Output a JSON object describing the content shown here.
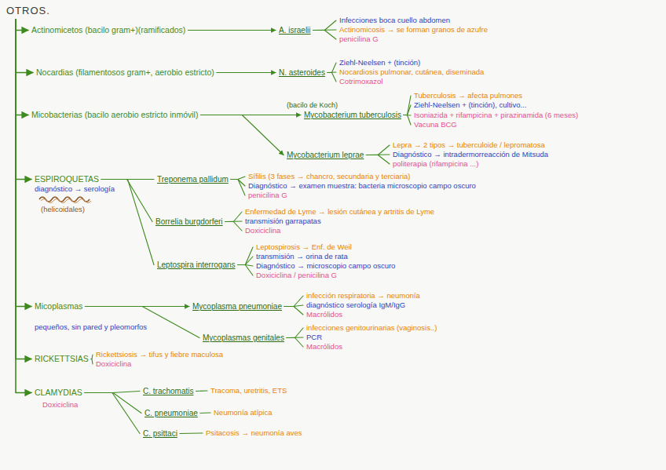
{
  "diagram": {
    "nodes": [
      {
        "text": [
          "OTROS."
        ]
      },
      {
        "text": [
          "Actinomicetos (bacilo gram+)(ramificados)"
        ]
      },
      {
        "text": [
          "A. israelii"
        ]
      },
      {
        "text": [
          "Infecciones boca cuello abdomen"
        ]
      },
      {
        "text": [
          "Actinomicosis → se forman granos de azufre"
        ]
      },
      {
        "text": [
          "penicilina G"
        ]
      },
      {
        "text": [
          "Nocardias (filamentosos gram+, aerobio estricto)"
        ]
      },
      {
        "text": [
          "N. asteroides"
        ]
      },
      {
        "text": [
          "Ziehl-Neelsen + (tinción)"
        ]
      },
      {
        "text": [
          "Nocardiosis pulmonar, cutánea, diseminada"
        ]
      },
      {
        "text": [
          "Cotrimoxazol"
        ]
      },
      {
        "text": [
          "Micobacterias (bacilo aerobio estricto inmóvil)"
        ]
      },
      {
        "text": [
          "(bacilo de Koch)",
          "Mycobacterium tuberculosis"
        ]
      },
      {
        "text": [
          "Tuberculosis → afecta pulmones"
        ]
      },
      {
        "text": [
          "Ziehl-Neelsen + (tinción), cultivo..."
        ]
      },
      {
        "text": [
          "Isoniazida + rifampicina + pirazinamida (6 meses)"
        ]
      },
      {
        "text": [
          "Vacuna BCG"
        ]
      },
      {
        "text": [
          "Mycobacterium leprae"
        ]
      },
      {
        "text": [
          "Lepra → 2 tipos → tuberculoide / lepromatosa"
        ]
      },
      {
        "text": [
          "Diagnóstico → intradermorreacción de Mitsuda"
        ]
      },
      {
        "text": [
          "politerapia (rifampicina ...)"
        ]
      },
      {
        "text": [
          "ESPIROQUETAS",
          "diagnóstico → serología",
          "(helicoidales)"
        ]
      },
      {
        "text": [
          "Treponema pallidum"
        ]
      },
      {
        "text": [
          "Sífilis (3 fases → chancro, secundaria y terciaria)"
        ]
      },
      {
        "text": [
          "Diagnóstico → examen muestra: bacteria microscopio campo oscuro"
        ]
      },
      {
        "text": [
          "penicilina G"
        ]
      },
      {
        "text": [
          "Borrelia burgdorferi"
        ]
      },
      {
        "text": [
          "Enfermedad de Lyme → lesión cutánea y artritis de Lyme"
        ]
      },
      {
        "text": [
          "transmisión garrapatas"
        ]
      },
      {
        "text": [
          "Doxiciclina"
        ]
      },
      {
        "text": [
          "Leptospira interrogans"
        ]
      },
      {
        "text": [
          "Leptospirosis → Enf. de Weil"
        ]
      },
      {
        "text": [
          "transmisión → orina de rata"
        ]
      },
      {
        "text": [
          "Diagnóstico → microscopio campo oscuro"
        ]
      },
      {
        "text": [
          "Doxiciclina / penicilina G"
        ]
      },
      {
        "text": [
          "Micoplasmas",
          "pequeños, sin pared y pleomorfos"
        ]
      },
      {
        "text": [
          "Mycoplasma pneumoniae"
        ]
      },
      {
        "text": [
          "infección respiratoria → neumonía"
        ]
      },
      {
        "text": [
          "diagnóstico serología IgM/IgG"
        ]
      },
      {
        "text": [
          "Macrólidos"
        ]
      },
      {
        "text": [
          "Mycoplasmas genitales"
        ]
      },
      {
        "text": [
          "infecciones genitourinarias (vaginosis..)"
        ]
      },
      {
        "text": [
          "PCR"
        ]
      },
      {
        "text": [
          "Macrólidos"
        ]
      },
      {
        "text": [
          "RICKETTSIAS"
        ]
      },
      {
        "text": [
          "Rickettsiosis → tifus y fiebre maculosa"
        ]
      },
      {
        "text": [
          "Doxiciclina"
        ]
      },
      {
        "text": [
          "CLAMYDIAS",
          "Doxiciclina"
        ]
      },
      {
        "text": [
          "C. trachomatis"
        ]
      },
      {
        "text": [
          "Tracoma, uretritis, ETS"
        ]
      },
      {
        "text": [
          "C. pneumoniae"
        ]
      },
      {
        "text": [
          "Neumonía atípica"
        ]
      },
      {
        "text": [
          "C. psittaci"
        ]
      },
      {
        "text": [
          "Psitacosis → neumonía aves"
        ]
      }
    ],
    "edges": [
      {
        "from": 0,
        "to": 1,
        "arrow": "to"
      },
      {
        "from": 0,
        "to": 6,
        "arrow": "to"
      },
      {
        "from": 0,
        "to": 11,
        "arrow": "to"
      },
      {
        "from": 0,
        "to": 21,
        "arrow": "to"
      },
      {
        "from": 0,
        "to": 35,
        "arrow": "to"
      },
      {
        "from": 0,
        "to": 44,
        "arrow": "to"
      },
      {
        "from": 0,
        "to": 47,
        "arrow": "to"
      },
      {
        "from": 1,
        "to": 2,
        "arrow": "to"
      },
      {
        "from": 2,
        "to": 3,
        "arrow": "none"
      },
      {
        "from": 2,
        "to": 4,
        "arrow": "none"
      },
      {
        "from": 2,
        "to": 5,
        "arrow": "none"
      },
      {
        "from": 6,
        "to": 7,
        "arrow": "to"
      },
      {
        "from": 7,
        "to": 8,
        "arrow": "none"
      },
      {
        "from": 7,
        "to": 9,
        "arrow": "none"
      },
      {
        "from": 7,
        "to": 10,
        "arrow": "none"
      },
      {
        "from": 11,
        "to": 12,
        "arrow": "to"
      },
      {
        "from": 11,
        "to": 17,
        "arrow": "to"
      },
      {
        "from": 12,
        "to": 13,
        "arrow": "none"
      },
      {
        "from": 12,
        "to": 14,
        "arrow": "none"
      },
      {
        "from": 12,
        "to": 15,
        "arrow": "none"
      },
      {
        "from": 12,
        "to": 16,
        "arrow": "none"
      },
      {
        "from": 17,
        "to": 18,
        "arrow": "none"
      },
      {
        "from": 17,
        "to": 19,
        "arrow": "none"
      },
      {
        "from": 17,
        "to": 20,
        "arrow": "none"
      },
      {
        "from": 21,
        "to": 22,
        "arrow": "none"
      },
      {
        "from": 21,
        "to": 26,
        "arrow": "none"
      },
      {
        "from": 21,
        "to": 30,
        "arrow": "none"
      },
      {
        "from": 22,
        "to": 23,
        "arrow": "none"
      },
      {
        "from": 22,
        "to": 24,
        "arrow": "none"
      },
      {
        "from": 22,
        "to": 25,
        "arrow": "none"
      },
      {
        "from": 26,
        "to": 27,
        "arrow": "none"
      },
      {
        "from": 26,
        "to": 28,
        "arrow": "none"
      },
      {
        "from": 26,
        "to": 29,
        "arrow": "none"
      },
      {
        "from": 30,
        "to": 31,
        "arrow": "none"
      },
      {
        "from": 30,
        "to": 32,
        "arrow": "none"
      },
      {
        "from": 30,
        "to": 33,
        "arrow": "none"
      },
      {
        "from": 30,
        "to": 34,
        "arrow": "none"
      },
      {
        "from": 35,
        "to": 36,
        "arrow": "to"
      },
      {
        "from": 35,
        "to": 40,
        "arrow": "none"
      },
      {
        "from": 36,
        "to": 37,
        "arrow": "none"
      },
      {
        "from": 36,
        "to": 38,
        "arrow": "none"
      },
      {
        "from": 36,
        "to": 39,
        "arrow": "none"
      },
      {
        "from": 40,
        "to": 41,
        "arrow": "none"
      },
      {
        "from": 40,
        "to": 42,
        "arrow": "none"
      },
      {
        "from": 40,
        "to": 43,
        "arrow": "none"
      },
      {
        "from": 44,
        "to": 45,
        "arrow": "none"
      },
      {
        "from": 44,
        "to": 46,
        "arrow": "none"
      },
      {
        "from": 47,
        "to": 48,
        "arrow": "none"
      },
      {
        "from": 47,
        "to": 50,
        "arrow": "none"
      },
      {
        "from": 47,
        "to": 52,
        "arrow": "none"
      },
      {
        "from": 48,
        "to": 49,
        "arrow": "none"
      },
      {
        "from": 50,
        "to": 51,
        "arrow": "none"
      },
      {
        "from": 52,
        "to": 53,
        "arrow": "none"
      }
    ]
  }
}
